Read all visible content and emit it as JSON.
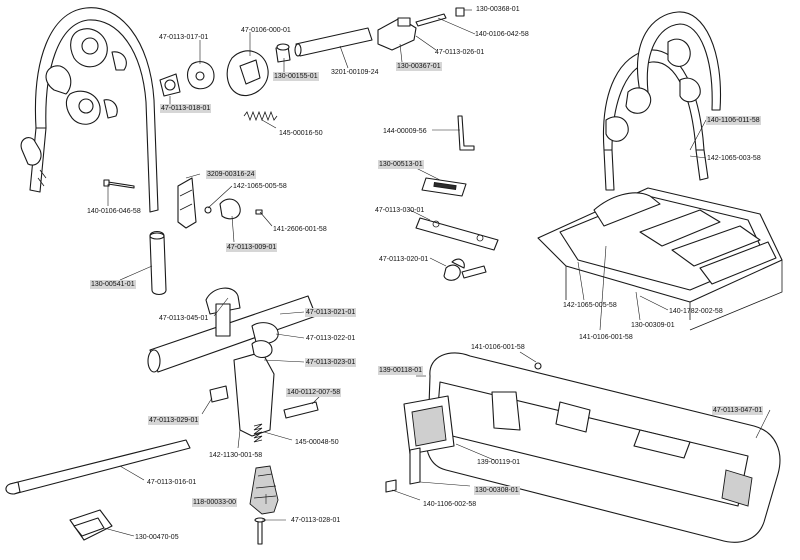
{
  "colors": {
    "line": "#1a1a1a",
    "highlight": "#d6d6d6",
    "background": "#ffffff"
  },
  "parts": [
    {
      "id": "p01",
      "number": "130-00368-01",
      "highlighted": false
    },
    {
      "id": "p02",
      "number": "140-0106-042-58",
      "highlighted": false
    },
    {
      "id": "p03",
      "number": "47-0113-026-01",
      "highlighted": false
    },
    {
      "id": "p04",
      "number": "130-00367-01",
      "highlighted": true
    },
    {
      "id": "p05",
      "number": "3201-00109-24",
      "highlighted": false
    },
    {
      "id": "p06",
      "number": "47-0106-000-01",
      "highlighted": false
    },
    {
      "id": "p07",
      "number": "47-0113-017-01",
      "highlighted": false
    },
    {
      "id": "p08",
      "number": "130-00155-01",
      "highlighted": true
    },
    {
      "id": "p09",
      "number": "47-0113-018-01",
      "highlighted": true
    },
    {
      "id": "p10",
      "number": "145-00016-50",
      "highlighted": false
    },
    {
      "id": "p11",
      "number": "144-00009-56",
      "highlighted": false
    },
    {
      "id": "p12",
      "number": "130-00513-01",
      "highlighted": true
    },
    {
      "id": "p13",
      "number": "47-0113-030-01",
      "highlighted": false
    },
    {
      "id": "p14",
      "number": "47-0113-020-01",
      "highlighted": false
    },
    {
      "id": "p15",
      "number": "140-1106-011-58",
      "highlighted": true
    },
    {
      "id": "p16",
      "number": "142-1065-003-58",
      "highlighted": false
    },
    {
      "id": "p17",
      "number": "3209-00316-24",
      "highlighted": true
    },
    {
      "id": "p18",
      "number": "142-1065-005-58",
      "highlighted": false
    },
    {
      "id": "p19",
      "number": "140-0106-046-58",
      "highlighted": false
    },
    {
      "id": "p20",
      "number": "141-2606-001-58",
      "highlighted": false
    },
    {
      "id": "p21",
      "number": "47-0113-009-01",
      "highlighted": true
    },
    {
      "id": "p22",
      "number": "130-00541-01",
      "highlighted": true
    },
    {
      "id": "p23",
      "number": "142-1065-005-58",
      "highlighted": false
    },
    {
      "id": "p24",
      "number": "140-1782-002-58",
      "highlighted": false
    },
    {
      "id": "p25",
      "number": "130-00309-01",
      "highlighted": false
    },
    {
      "id": "p26",
      "number": "141-0106-001-58",
      "highlighted": false
    },
    {
      "id": "p27",
      "number": "47-0113-045-01",
      "highlighted": false
    },
    {
      "id": "p28",
      "number": "47-0113-021-01",
      "highlighted": true
    },
    {
      "id": "p29",
      "number": "47-0113-022-01",
      "highlighted": false
    },
    {
      "id": "p30",
      "number": "47-0113-023-01",
      "highlighted": true
    },
    {
      "id": "p31",
      "number": "141-0106-001-58",
      "highlighted": false
    },
    {
      "id": "p32",
      "number": "139-00118-01",
      "highlighted": true
    },
    {
      "id": "p33",
      "number": "140-0112-007-58",
      "highlighted": true
    },
    {
      "id": "p34",
      "number": "47-0113-029-01",
      "highlighted": true
    },
    {
      "id": "p35",
      "number": "145-00048-50",
      "highlighted": false
    },
    {
      "id": "p36",
      "number": "142-1130-001-58",
      "highlighted": false
    },
    {
      "id": "p37",
      "number": "47-0113-047-01",
      "highlighted": true
    },
    {
      "id": "p38",
      "number": "139-00119-01",
      "highlighted": false
    },
    {
      "id": "p39",
      "number": "47-0113-016-01",
      "highlighted": false
    },
    {
      "id": "p40",
      "number": "130-00308-01",
      "highlighted": true
    },
    {
      "id": "p41",
      "number": "118-00033-00",
      "highlighted": true
    },
    {
      "id": "p42",
      "number": "140-1106-002-58",
      "highlighted": false
    },
    {
      "id": "p43",
      "number": "47-0113-028-01",
      "highlighted": false
    },
    {
      "id": "p44",
      "number": "130-00470-05",
      "highlighted": false
    }
  ]
}
